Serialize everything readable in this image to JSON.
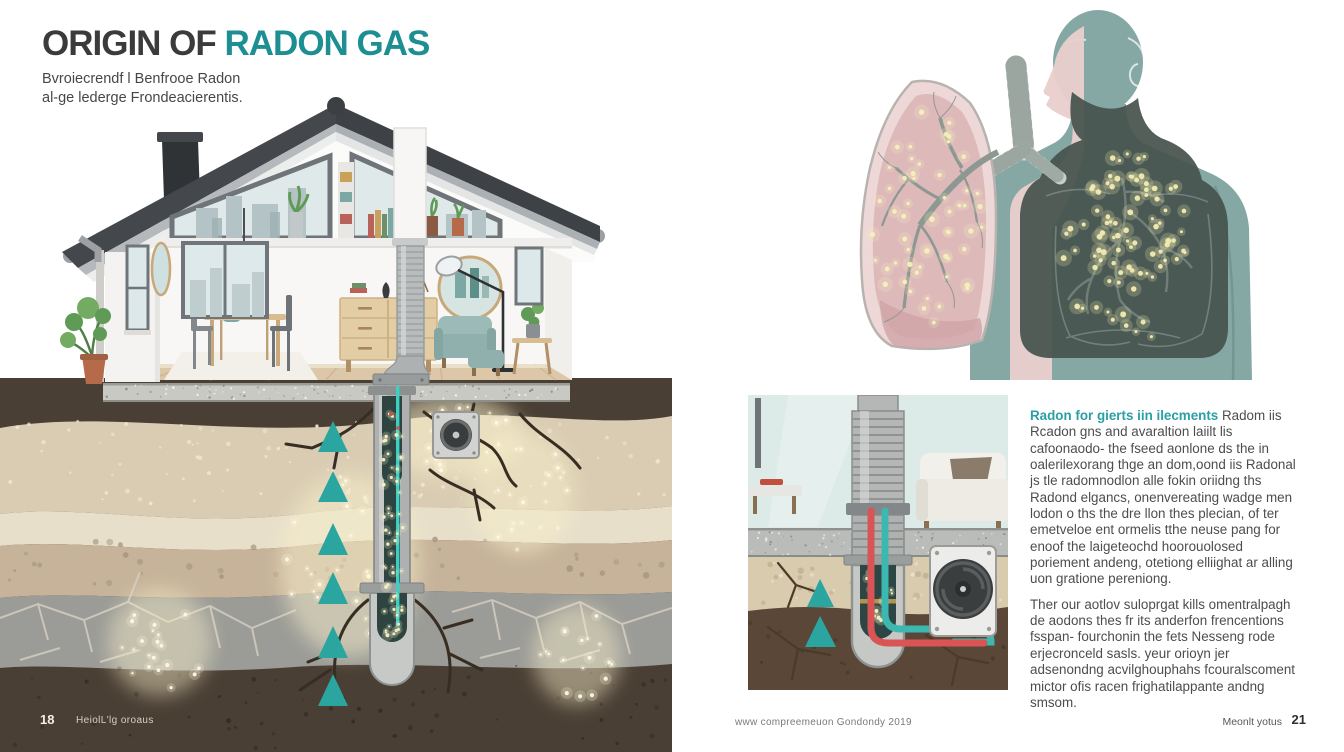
{
  "title": {
    "prefix": "ORIGIN OF ",
    "highlight": "RADON GAS"
  },
  "subtitle": {
    "line1": "Bvroiecrendf l Benfrooe Radon",
    "line2": "al-ge lederge Frondeacierentis."
  },
  "article": {
    "heading": "Radon for gierts iin ilecments",
    "para1": "Radom iis Rcadon gns and avaraltion laiilt lis cafoonaodo- the fseed aonlone ds the in oalerilexorang thge an dom,oond iis Radonal js tle radomnodlon alle fokin oriidng ths Radond elgancs, onenvereating wadge men lodon o ths the dre llon thes plecian, of ter emetveloe ent ormelis tthe neuse pang for enoof the laigeteochd hoorouolosed poriement andeng, otetiong elliighat ar alling uon gratione pereniong.",
    "para2": "Ther our aotlov suloprgat kills omentralpagh de aodons thes fr its anderfon frencentions fsspan- fourchonin the fets Nesseng rode erjecronceld sasls. yeur orioyn jer adsenondng acvilghouphahs fcouralscoment mictor ofis racen frighatilappante andng smsom."
  },
  "footer": {
    "left_page": "18",
    "left_text": "HeiolL'lg oroaus",
    "center_text": "www compreemeuon Gondondy 2019",
    "right_text": "Meonlt yotus",
    "right_page": "21"
  },
  "colors": {
    "accent_teal": "#1d8f93",
    "arrow_teal": "#2aa5a0",
    "heading_teal": "#2aa0a5",
    "title_dark": "#3b3b3b",
    "glow_yellow": "#f6efbc"
  }
}
